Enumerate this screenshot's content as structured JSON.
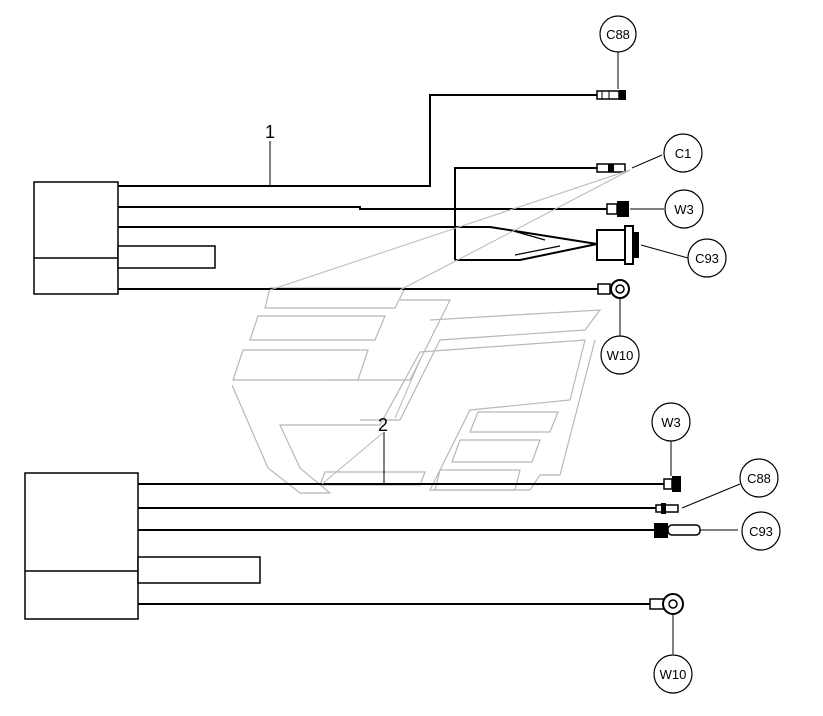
{
  "assemblies": [
    {
      "number": "1",
      "callouts": {
        "c88": "C88",
        "c1": "C1",
        "w3": "W3",
        "c93": "C93",
        "w10": "W10"
      }
    },
    {
      "number": "2",
      "callouts": {
        "w3": "W3",
        "c88": "C88",
        "c93": "C93",
        "w10": "W10"
      }
    }
  ],
  "colors": {
    "wire": "#000000",
    "watermark": "#b8b8b8"
  }
}
